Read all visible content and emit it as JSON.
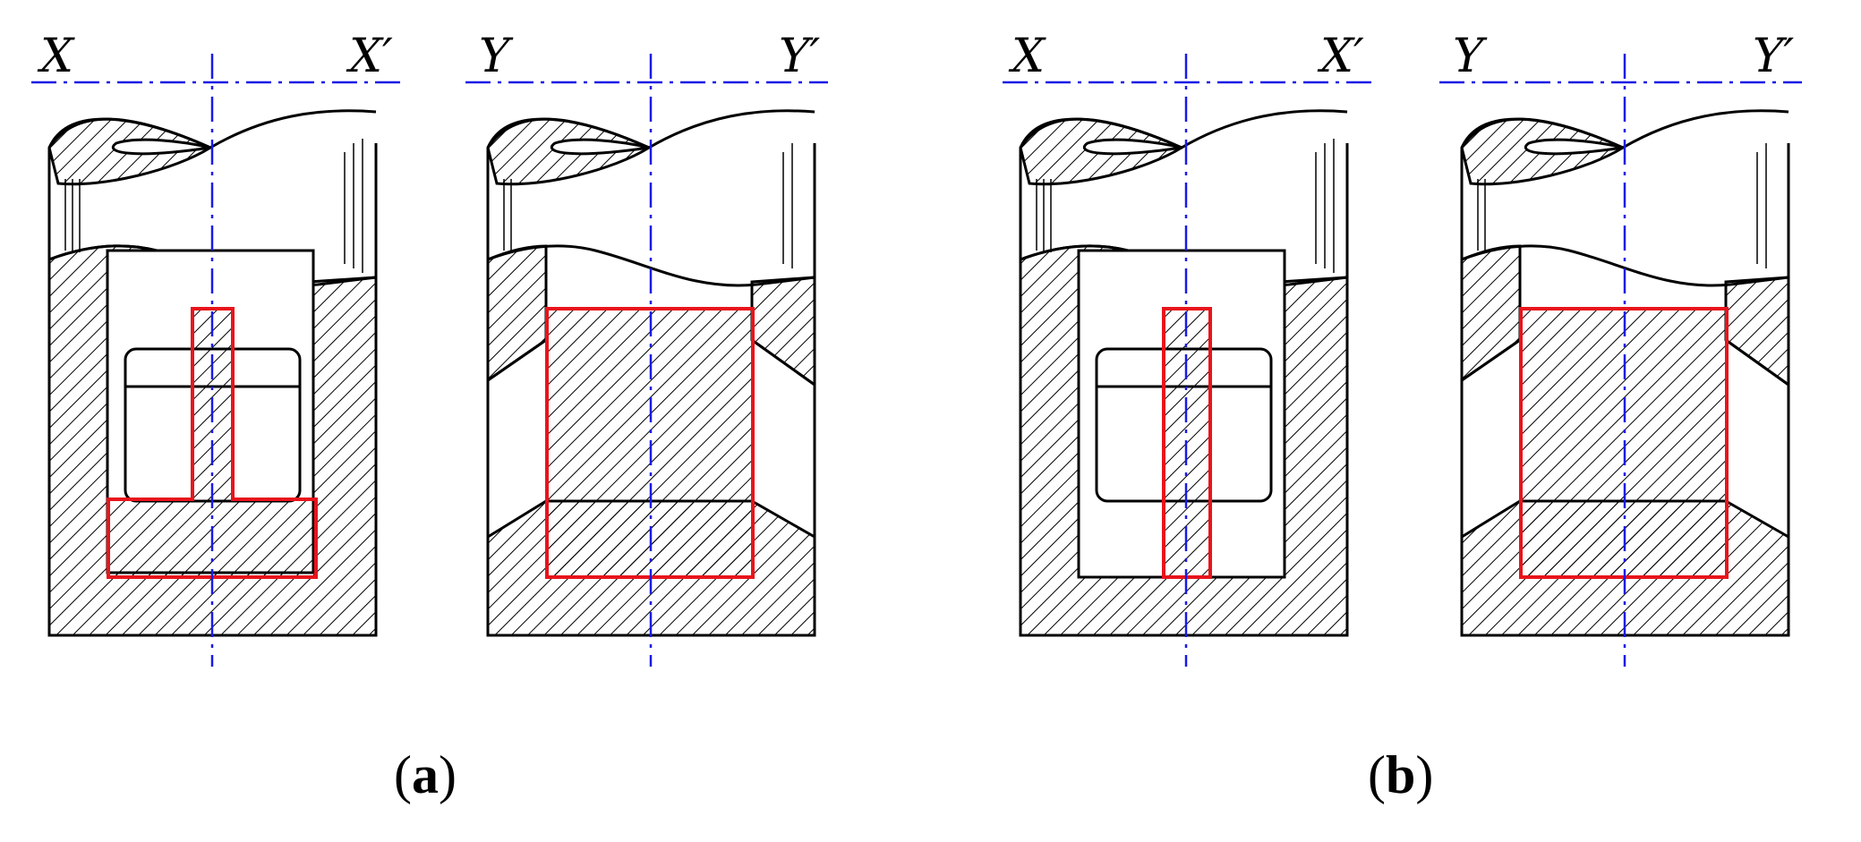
{
  "colors": {
    "outline": "#000000",
    "highlight": "#e8141c",
    "axis": "#1a1ae6",
    "hatch": "#000000",
    "background": "#ffffff"
  },
  "figure": {
    "panels": [
      {
        "caption_letter": "a",
        "views": [
          {
            "variant": "x-section",
            "left_label": "X",
            "right_label": "X′"
          },
          {
            "variant": "y-section",
            "left_label": "Y",
            "right_label": "Y′"
          }
        ]
      },
      {
        "caption_letter": "b",
        "views": [
          {
            "variant": "x-section",
            "left_label": "X",
            "right_label": "X′"
          },
          {
            "variant": "y-section",
            "left_label": "Y",
            "right_label": "Y′"
          }
        ]
      }
    ]
  }
}
